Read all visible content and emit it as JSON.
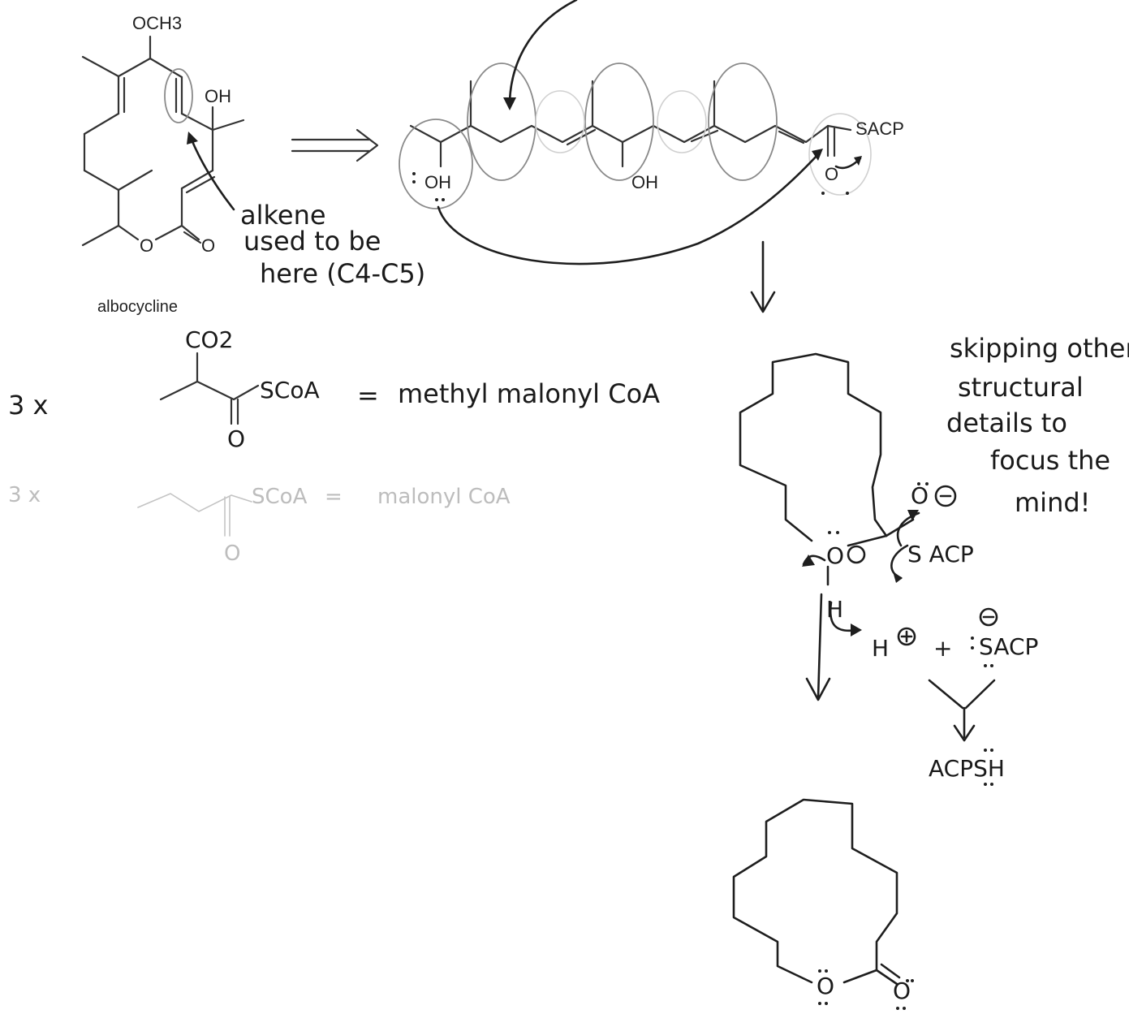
{
  "molecule": {
    "name": "albocycline",
    "methoxy": "OCH3",
    "hydroxyl": "OH",
    "ring_oxygen": "O",
    "carbonyl_oxygen": "O"
  },
  "annotations": {
    "alkene_note_line1": "alkene",
    "alkene_note_line2": "used to be",
    "alkene_note_line3": "here (C4-C5)"
  },
  "linear_precursor": {
    "terminal_oh": "OH",
    "mid_oh": "OH",
    "thioester": "SACP",
    "carbonyl_o": "O"
  },
  "building_blocks": {
    "methylmalonyl": {
      "multiplier": "3 x",
      "carboxylate": "CO2",
      "thio": "SCoA",
      "equals": "=",
      "name": "methyl malonyl CoA",
      "o": "O"
    },
    "malonyl": {
      "multiplier": "3 x",
      "thio": "SCoA",
      "equals": "=",
      "name": "malonyl CoA",
      "o": "O"
    }
  },
  "side_note": {
    "line1": "skipping other",
    "line2": "structural",
    "line3": "details to",
    "line4": "focus the",
    "line5": "mind!"
  },
  "intermediate": {
    "o_minus": "O",
    "o_plus": "O",
    "sacp": "S ACP",
    "h": "H"
  },
  "products": {
    "h_plus": "H",
    "plus": "+",
    "sacp_anion": "SACP",
    "acpsh": "ACPSH"
  },
  "macrolactone": {
    "ring_o": "O",
    "carbonyl_o": "O"
  }
}
